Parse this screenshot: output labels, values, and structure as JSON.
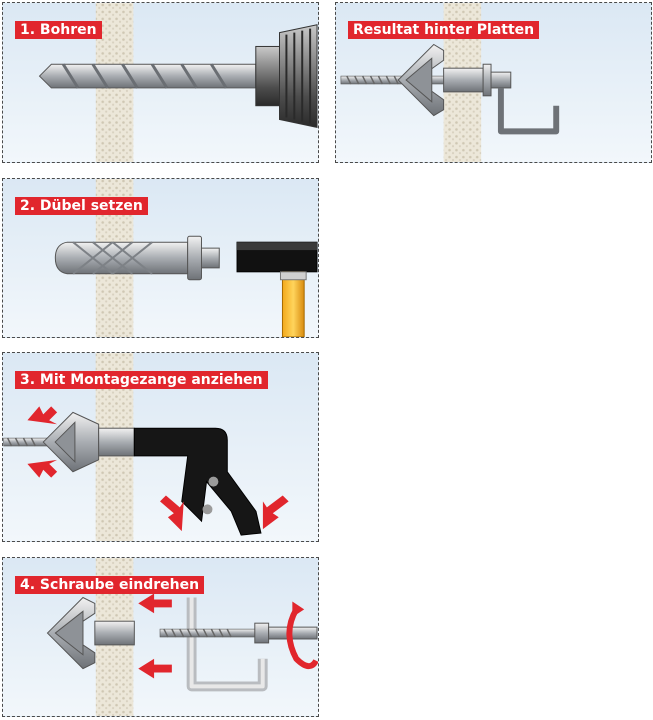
{
  "steps": {
    "drill": {
      "label": "1. Bohren"
    },
    "result": {
      "label": "Resultat hinter Platten"
    },
    "set_anchor": {
      "label": "2. Dübel setzen"
    },
    "tighten": {
      "label": "3. Mit Montagezange anziehen"
    },
    "screw_in": {
      "label": "4. Schraube eindrehen"
    }
  },
  "colors": {
    "accent_red": "#e1262d",
    "panel_bg_top": "#dbe8f4",
    "panel_bg_bottom": "#f2f7fb",
    "wall": "#ece7d9",
    "metal": "#b9bcc0"
  }
}
